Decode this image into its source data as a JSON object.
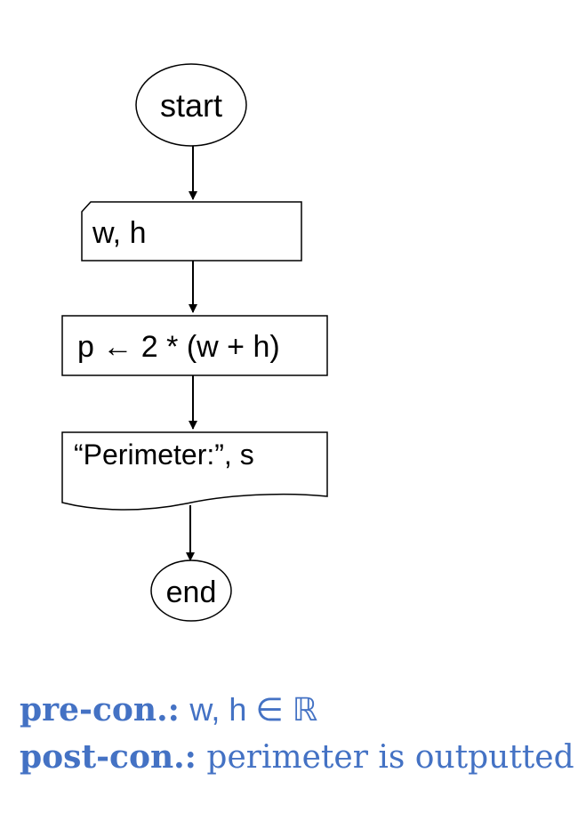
{
  "flowchart": {
    "start_label": "start",
    "input_label": "w, h",
    "process_label": "p ← 2 * (w + h)",
    "output_label": "“Perimeter:”, s",
    "end_label": "end"
  },
  "conditions": {
    "pre_label": "pre-con.:",
    "pre_text": "w, h ∈ ℝ",
    "post_label": "post-con.:",
    "post_text": "perimeter is outputted"
  },
  "colors": {
    "stroke": "#000000",
    "condition_text": "#4472c4"
  }
}
